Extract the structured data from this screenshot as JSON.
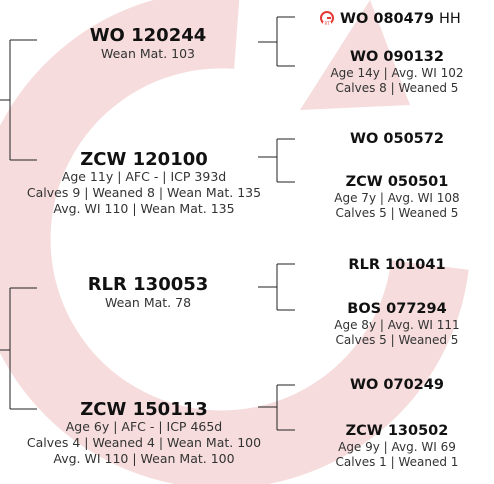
{
  "colors": {
    "accent": "#e53935",
    "watermark": "#f6dcdc",
    "line": "#222222"
  },
  "icons": {
    "registered": "registered-badge-icon"
  },
  "left": [
    {
      "id": "WO 120244",
      "lines": [
        "Wean Mat. 103"
      ]
    },
    {
      "id": "ZCW 120100",
      "lines": [
        "Age 11y | AFC - | ICP 393d",
        "Calves 9 | Weaned 8 | Wean Mat. 135",
        "Avg. WI 110 | Wean Mat. 135"
      ]
    },
    {
      "id": "RLR 130053",
      "lines": [
        "Wean Mat. 78"
      ]
    },
    {
      "id": "ZCW 150113",
      "lines": [
        "Age 6y | AFC - | ICP 465d",
        "Calves 4 | Weaned 4 | Wean Mat. 100",
        "Avg. WI 110 | Wean Mat. 100"
      ]
    }
  ],
  "right": [
    {
      "id": "WO 080479",
      "suffix": "HH",
      "registered": true,
      "lines": []
    },
    {
      "id": "WO 090132",
      "lines": [
        "Age 14y | Avg. WI 102",
        "Calves 8 | Weaned 5"
      ]
    },
    {
      "id": "WO 050572",
      "lines": []
    },
    {
      "id": "ZCW 050501",
      "lines": [
        "Age 7y | Avg. WI 108",
        "Calves 5 | Weaned 5"
      ]
    },
    {
      "id": "RLR 101041",
      "lines": []
    },
    {
      "id": "BOS 077294",
      "lines": [
        "Age 8y | Avg. WI 111",
        "Calves 5 | Weaned 5"
      ]
    },
    {
      "id": "WO 070249",
      "lines": []
    },
    {
      "id": "ZCW 130502",
      "lines": [
        "Age 9y | Avg. WI 69",
        "Calves 1 | Weaned 1"
      ]
    }
  ]
}
